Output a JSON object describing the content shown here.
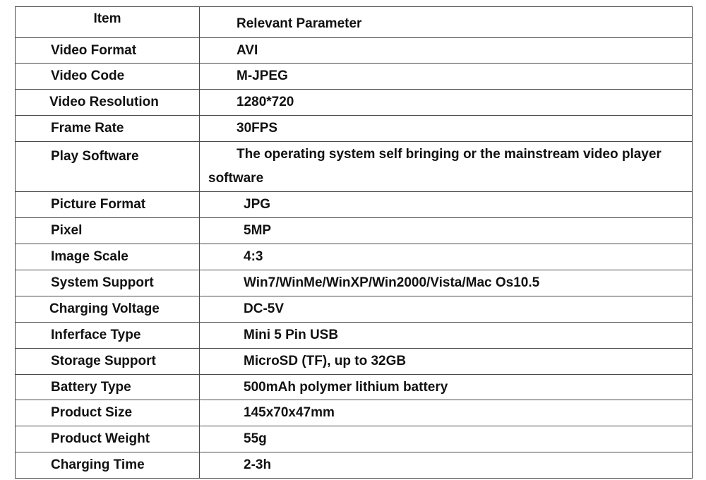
{
  "table": {
    "header": {
      "item": "Item",
      "parameter": "Relevant  Parameter"
    },
    "rows": [
      {
        "item": "Video Format",
        "value": "AVI"
      },
      {
        "item": "Video Code",
        "value": "M-JPEG"
      },
      {
        "item": "Video Resolution",
        "value": "1280*720"
      },
      {
        "item": "Frame Rate",
        "value": "30FPS"
      },
      {
        "item": "Play  Software",
        "value": "The operating system self bringing or the mainstream video player software"
      },
      {
        "item": "Picture Format",
        "value": "JPG"
      },
      {
        "item": "Pixel",
        "value": "5MP"
      },
      {
        "item": "Image  Scale",
        "value": "4:3"
      },
      {
        "item": "System Support",
        "value": "Win7/WinMe/WinXP/Win2000/Vista/Mac Os10.5"
      },
      {
        "item": "Charging Voltage",
        "value": "DC-5V"
      },
      {
        "item": "Inferface Type",
        "value": "Mini 5 Pin USB"
      },
      {
        "item": "Storage Support",
        "value": "MicroSD (TF), up to 32GB"
      },
      {
        "item": "Battery Type",
        "value": "500mAh polymer lithium battery"
      },
      {
        "item": "Product Size",
        "value": "145x70x47mm"
      },
      {
        "item": "Product Weight",
        "value": "55g"
      },
      {
        "item": "Charging Time",
        "value": "2-3h"
      }
    ]
  }
}
